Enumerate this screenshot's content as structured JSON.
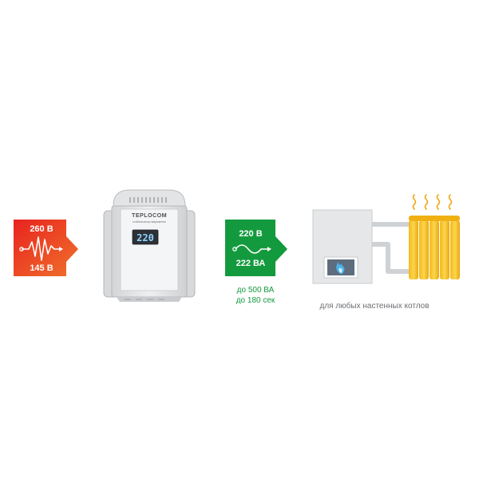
{
  "input_block": {
    "voltage_max": "260 В",
    "voltage_min": "145 В",
    "gradient_start": "#e8231f",
    "gradient_end": "#f0712b"
  },
  "stabilizer": {
    "brand": "TEPLOCOM",
    "subtitle": "стабилизатор напряжения",
    "display_value": "220"
  },
  "output_block": {
    "voltage_out": "220 В",
    "power": "222 ВА",
    "color": "#149a3e",
    "note_line1": "до 500 ВА",
    "note_line2": "до 180 сек"
  },
  "boiler": {
    "caption": "для любых настенных котлов"
  },
  "icons": [
    "voltage-fluctuation-icon",
    "stable-wave-icon",
    "flame-icon",
    "heat-wave-icon"
  ]
}
